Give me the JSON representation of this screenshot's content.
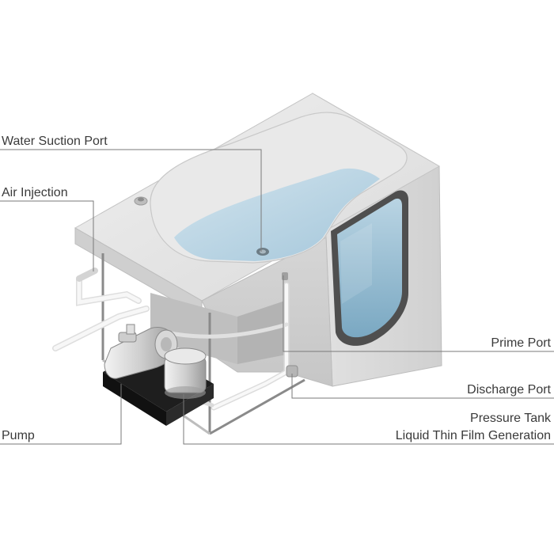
{
  "labels": {
    "water_suction_port": "Water Suction Port",
    "air_injection": "Air Injection",
    "pump": "Pump",
    "prime_port": "Prime Port",
    "discharge_port": "Discharge Port",
    "pressure_tank": "Pressure Tank",
    "liquid_thin_film": "Liquid Thin Film Generation"
  },
  "colors": {
    "background": "#ffffff",
    "tub_body": "#d9d9d9",
    "tub_rim": "#e6e6e6",
    "water": "#a9cbdd",
    "door_frame": "#4a4a4a",
    "door_glass": "#8fb6cc",
    "leader_line": "#7a7a7a",
    "label_text": "#3a3a3a"
  }
}
